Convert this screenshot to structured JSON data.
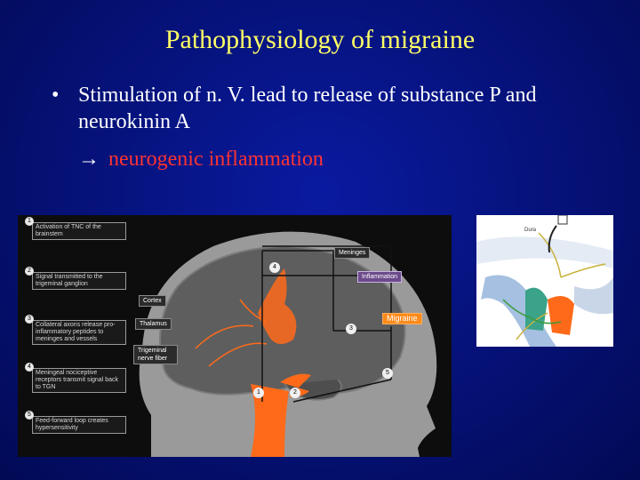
{
  "slide": {
    "title": "Pathophysiology of migraine",
    "bullet_symbol": "•",
    "bullet_text": "Stimulation of n. V.  lead to release of substance P and neurokinin A",
    "arrow_symbol": "→",
    "consequence": "neurogenic inflammation"
  },
  "diagram": {
    "steps": [
      {
        "num": "1",
        "text": "Activation of TNC of the brainstem"
      },
      {
        "num": "2",
        "text": "Signal transmitted to the trigeminal ganglion"
      },
      {
        "num": "3",
        "text": "Collateral axons release pro-inflammatory peptides to meninges and vessels"
      },
      {
        "num": "4",
        "text": "Meningeal nociceptive receptors transmit signal back to TGN"
      },
      {
        "num": "5",
        "text": "Feed-forward loop creates hypersensitivity"
      }
    ],
    "labels": {
      "meninges": "Meninges",
      "inflammation": "Inflammation",
      "migraine": "Migraine",
      "cortex": "Cortex",
      "thalamus": "Thalamus",
      "trigeminal": "Trigeminal nerve fiber"
    },
    "markers": [
      "1",
      "2",
      "3",
      "4",
      "5"
    ]
  },
  "side_panel": {
    "dura_label": "Dura"
  },
  "colors": {
    "background": "#06137e",
    "title": "#ffff66",
    "body_text": "#ffffff",
    "highlight": "#ff3333",
    "pathway": "#ff6a1a",
    "inflammation": "#6b4a8a"
  }
}
